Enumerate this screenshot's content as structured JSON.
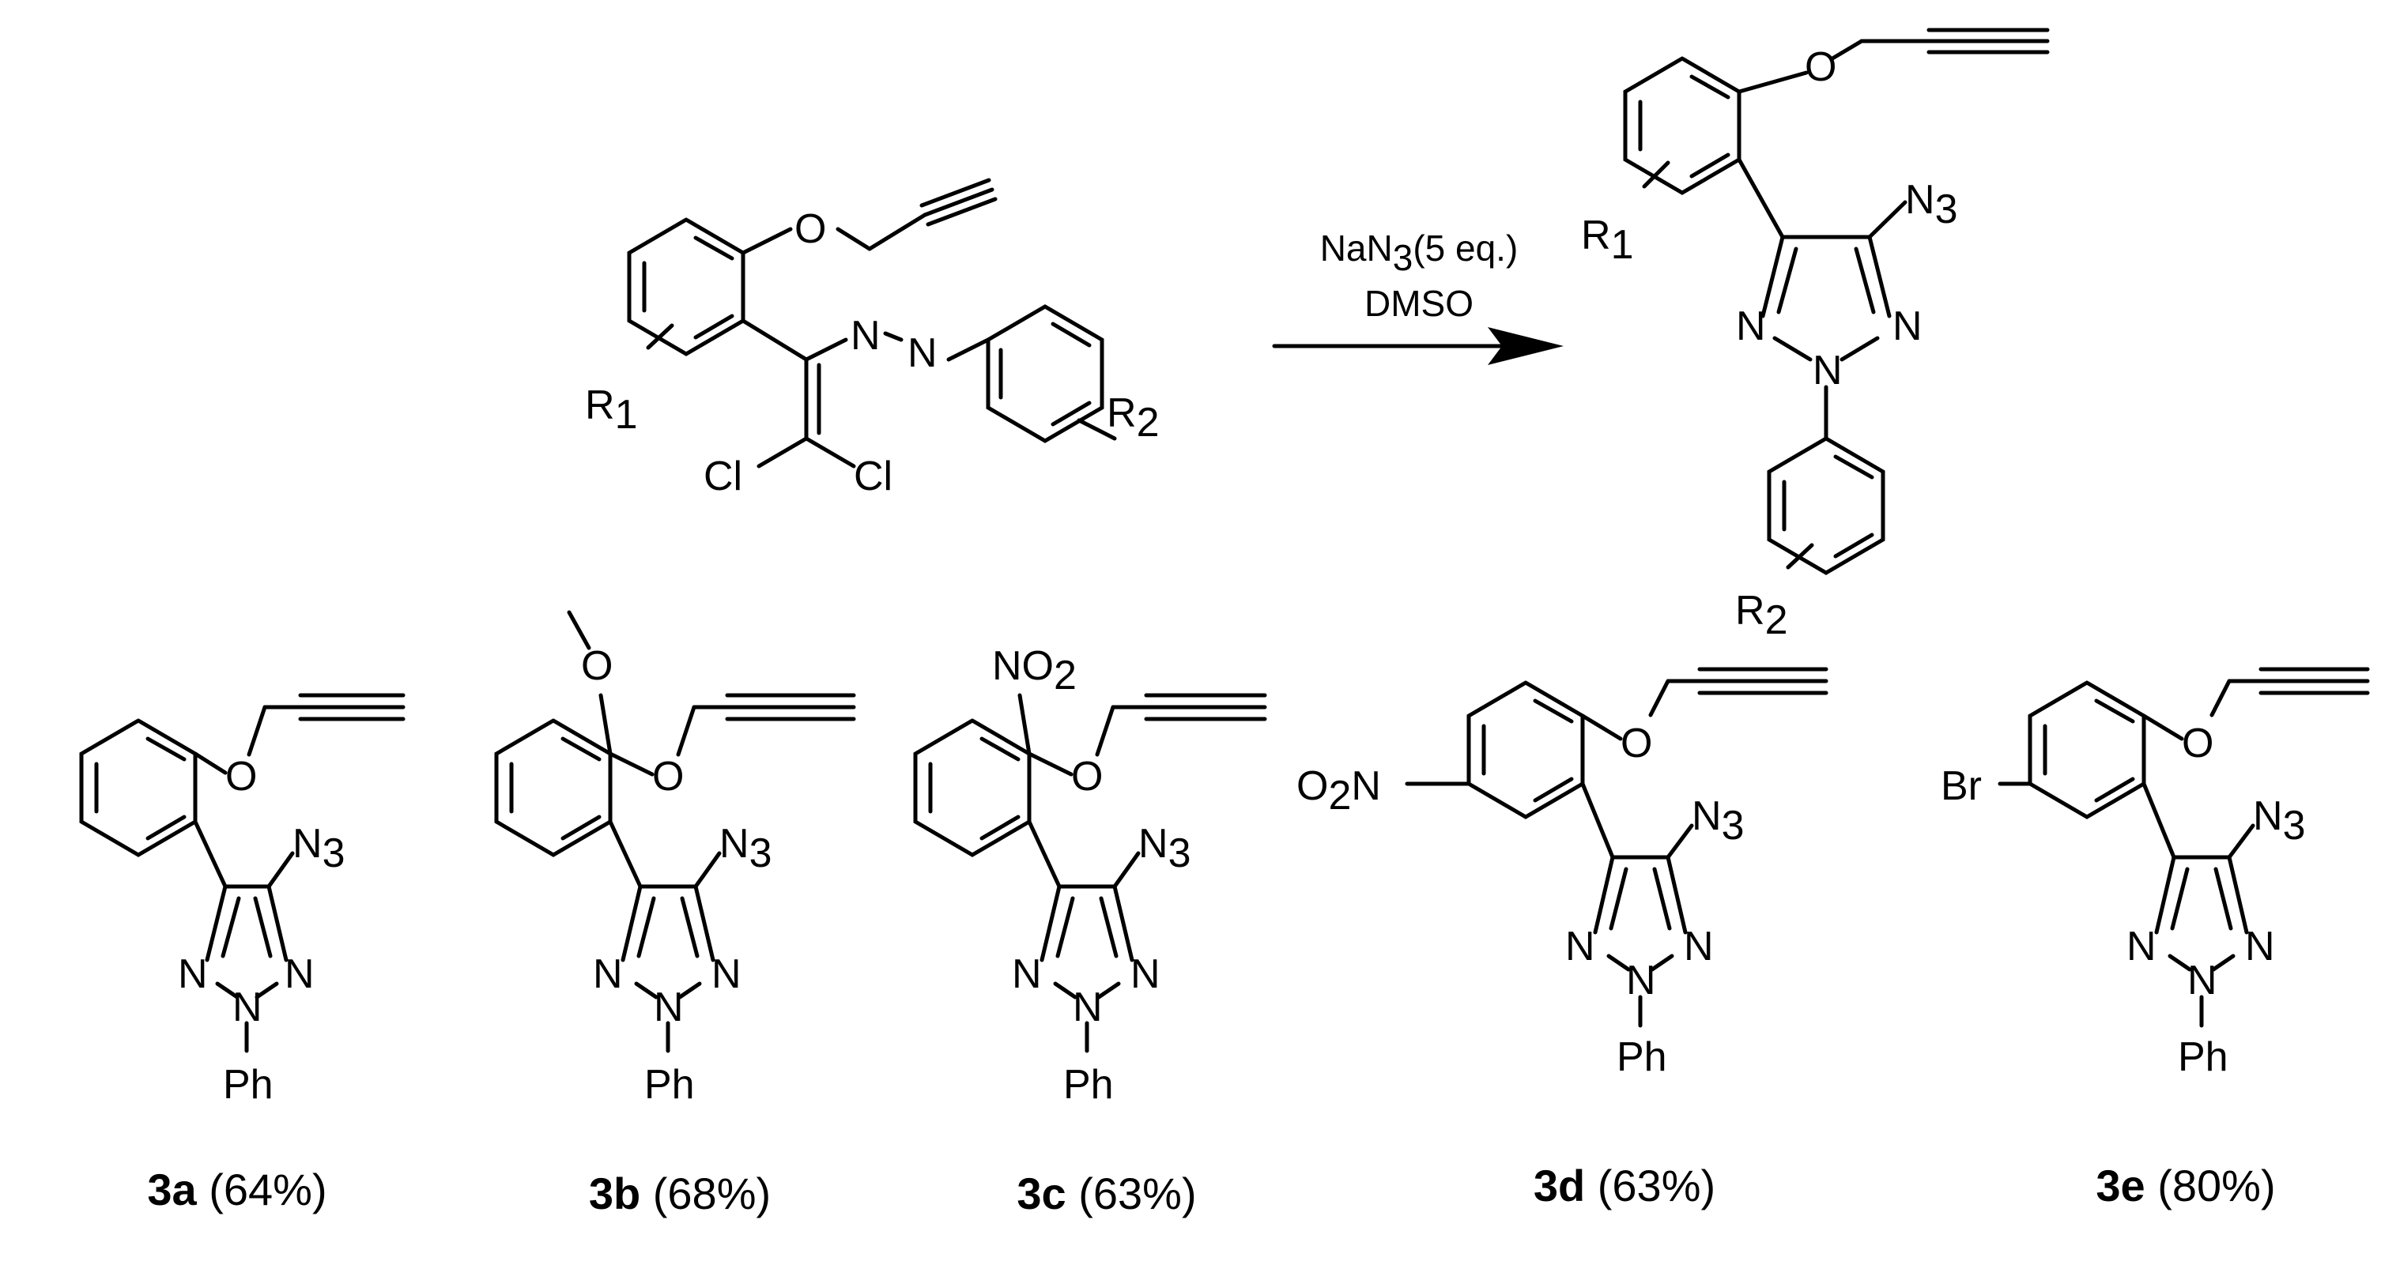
{
  "reaction": {
    "reagent_line1": {
      "main": "NaN",
      "sub": "3",
      "rest": "(5 eq.)"
    },
    "reagent_line2": "DMSO"
  },
  "atoms": {
    "O": "O",
    "N": "N",
    "Cl": "Cl",
    "R": "R",
    "sub1": "1",
    "sub2": "2",
    "sub3": "3",
    "Ph": "Ph",
    "Br": "Br",
    "NO2_prefix": "O",
    "NO2_main": "NO",
    "NO2_suffix": "N"
  },
  "products": [
    {
      "id": "3a",
      "yield": "(64%)"
    },
    {
      "id": "3b",
      "yield": "(68%)"
    },
    {
      "id": "3c",
      "yield": "(63%)"
    },
    {
      "id": "3d",
      "yield": "(63%)"
    },
    {
      "id": "3e",
      "yield": "(80%)"
    }
  ]
}
